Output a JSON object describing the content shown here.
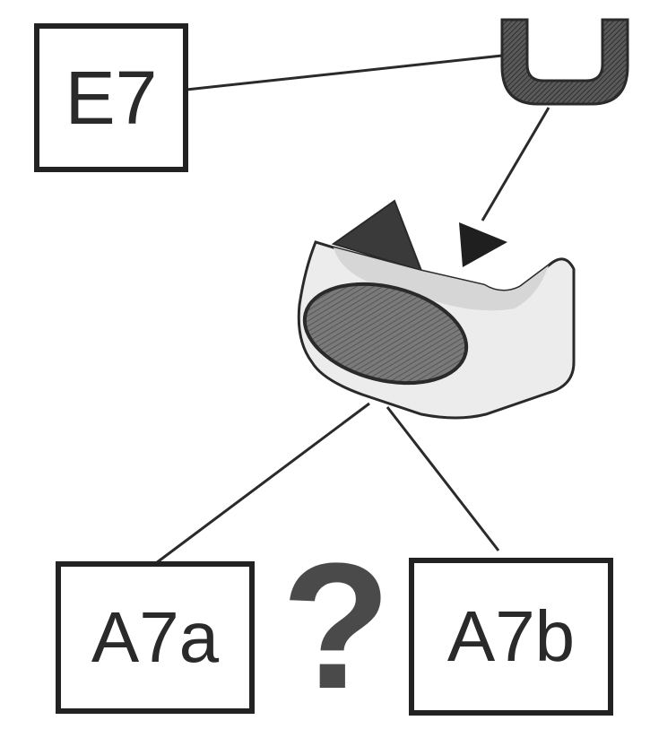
{
  "diagram": {
    "labels": {
      "top": "E7",
      "bottom_left": "A7a",
      "bottom_right": "A7b"
    },
    "question_mark": "?"
  }
}
